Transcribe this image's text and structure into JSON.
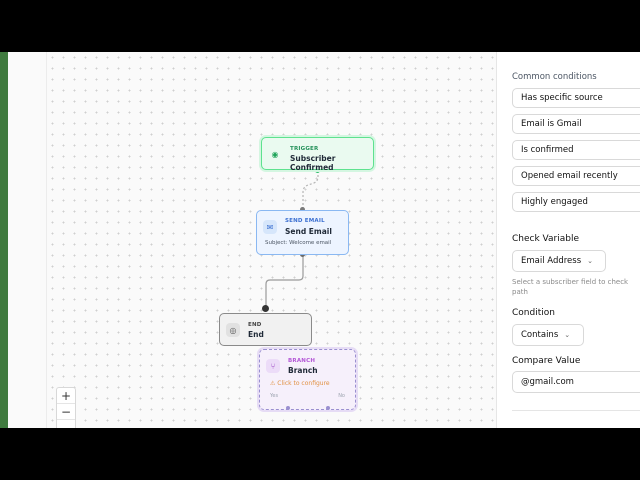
{
  "canvas": {
    "nodes": {
      "trigger": {
        "kind": "TRIGGER",
        "title": "Subscriber Confirmed"
      },
      "send_email": {
        "kind": "SEND EMAIL",
        "title": "Send Email",
        "subtitle": "Subject: Welcome email"
      },
      "end": {
        "kind": "END",
        "title": "End"
      },
      "branch": {
        "kind": "BRANCH",
        "title": "Branch",
        "configure": "Click to configure",
        "yes": "Yes",
        "no": "No"
      }
    },
    "zoom": {
      "in": "+",
      "out": "−"
    }
  },
  "panel": {
    "common_conditions_title": "Common conditions",
    "common_conditions": [
      "Has specific source",
      "Email is Gmail",
      "Is confirmed",
      "Opened email recently",
      "Highly engaged"
    ],
    "check_variable_label": "Check Variable",
    "check_variable_value": "Email Address",
    "check_variable_help": "Select a subscriber field to check path",
    "condition_label": "Condition",
    "condition_value": "Contains",
    "compare_value_label": "Compare Value",
    "compare_value": "@gmail.com"
  },
  "colors": {
    "trigger_border": "#5ee28f",
    "send_border": "#8ab8f2",
    "branch_accent": "#b355d6",
    "configure_text": "#e19143"
  }
}
